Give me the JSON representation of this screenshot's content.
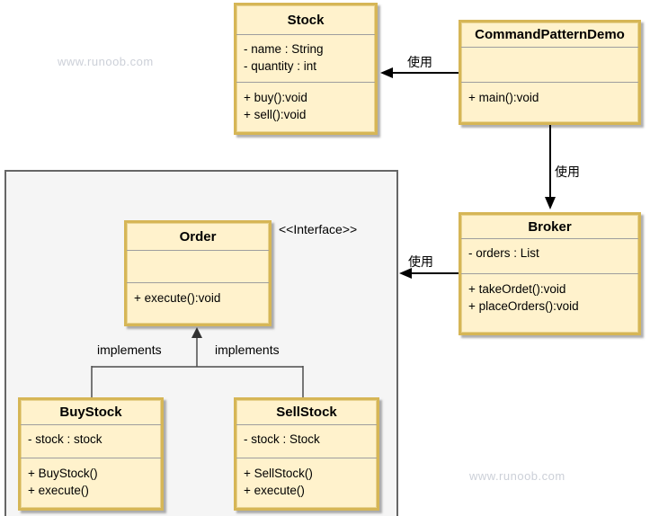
{
  "diagram": {
    "kind": "uml-class-diagram",
    "watermark": "www.runoob.com",
    "labels": {
      "interface_stereotype": "<<Interface>>",
      "use_stock": "使用",
      "use_broker": "使用",
      "use_order": "使用",
      "implements_left": "implements",
      "implements_right": "implements"
    },
    "colors": {
      "class_fill": "#fff2cc",
      "class_border": "#d6b656",
      "package_fill": "#f5f5f5",
      "package_border": "#666666",
      "divider": "#9e9e9e",
      "arrow": "#000000",
      "implements_line": "#4d4d4d",
      "watermark": "#ccd0d8"
    },
    "classes": {
      "stock": {
        "title": "Stock",
        "attributes": [
          "- name : String",
          "- quantity : int"
        ],
        "methods": [
          "+ buy():void",
          "+ sell():void"
        ]
      },
      "command_pattern_demo": {
        "title": "CommandPatternDemo",
        "attributes": [],
        "methods": [
          "+ main():void"
        ]
      },
      "broker": {
        "title": "Broker",
        "attributes": [
          "- orders : List"
        ],
        "methods": [
          "+ takeOrdet():void",
          "+ placeOrders():void"
        ]
      },
      "order": {
        "title": "Order",
        "attributes": [],
        "methods": [
          "+ execute():void"
        ]
      },
      "buy_stock": {
        "title": "BuyStock",
        "attributes": [
          "- stock : stock"
        ],
        "methods": [
          "+ BuyStock()",
          "+ execute()"
        ]
      },
      "sell_stock": {
        "title": "SellStock",
        "attributes": [
          "- stock : Stock"
        ],
        "methods": [
          "+ SellStock()",
          "+ execute()"
        ]
      }
    },
    "relations": [
      {
        "from": "CommandPatternDemo",
        "to": "Stock",
        "type": "uses",
        "label": "使用"
      },
      {
        "from": "CommandPatternDemo",
        "to": "Broker",
        "type": "uses",
        "label": "使用"
      },
      {
        "from": "Broker",
        "to": "Order",
        "type": "uses",
        "label": "使用"
      },
      {
        "from": "BuyStock",
        "to": "Order",
        "type": "implements",
        "label": "implements"
      },
      {
        "from": "SellStock",
        "to": "Order",
        "type": "implements",
        "label": "implements"
      }
    ]
  }
}
